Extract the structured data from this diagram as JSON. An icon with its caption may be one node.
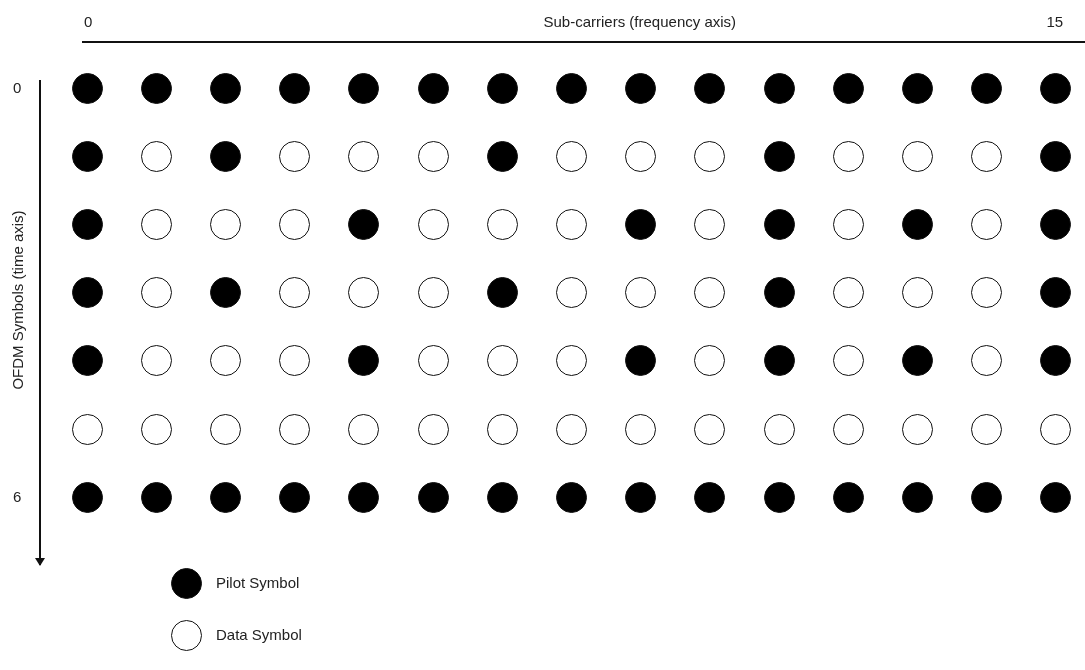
{
  "diagram": {
    "nodes": [
      {
        "text": [],
        "shape": "dot"
      },
      {
        "text": [],
        "shape": "dot"
      },
      {
        "text": [],
        "shape": "dot"
      },
      {
        "text": [],
        "shape": "dot"
      },
      {
        "text": [],
        "shape": "dot"
      },
      {
        "text": [],
        "shape": "dot"
      },
      {
        "text": [],
        "shape": "dot"
      },
      {
        "text": [],
        "shape": "dot"
      },
      {
        "text": [],
        "shape": "dot"
      },
      {
        "text": [],
        "shape": "dot"
      },
      {
        "text": [],
        "shape": "dot"
      },
      {
        "text": [],
        "shape": "dot"
      },
      {
        "text": [],
        "shape": "dot"
      },
      {
        "text": [],
        "shape": "dot"
      },
      {
        "text": [],
        "shape": "dot"
      },
      {
        "text": [],
        "shape": "dot"
      },
      {
        "text": [],
        "shape": "circle"
      },
      {
        "text": [],
        "shape": "dot"
      },
      {
        "text": [],
        "shape": "circle"
      },
      {
        "text": [],
        "shape": "circle"
      },
      {
        "text": [],
        "shape": "circle"
      },
      {
        "text": [],
        "shape": "dot"
      },
      {
        "text": [],
        "shape": "circle"
      },
      {
        "text": [],
        "shape": "circle"
      },
      {
        "text": [],
        "shape": "circle"
      },
      {
        "text": [],
        "shape": "dot"
      },
      {
        "text": [],
        "shape": "circle"
      },
      {
        "text": [],
        "shape": "circle"
      },
      {
        "text": [],
        "shape": "circle"
      },
      {
        "text": [],
        "shape": "dot"
      },
      {
        "text": [],
        "shape": "dot"
      },
      {
        "text": [],
        "shape": "circle"
      },
      {
        "text": [],
        "shape": "circle"
      },
      {
        "text": [],
        "shape": "circle"
      },
      {
        "text": [],
        "shape": "dot"
      },
      {
        "text": [],
        "shape": "circle"
      },
      {
        "text": [],
        "shape": "circle"
      },
      {
        "text": [],
        "shape": "circle"
      },
      {
        "text": [],
        "shape": "dot"
      },
      {
        "text": [],
        "shape": "circle"
      },
      {
        "text": [],
        "shape": "dot"
      },
      {
        "text": [],
        "shape": "circle"
      },
      {
        "text": [],
        "shape": "dot"
      },
      {
        "text": [],
        "shape": "circle"
      },
      {
        "text": [],
        "shape": "dot"
      },
      {
        "text": [],
        "shape": "dot"
      },
      {
        "text": [],
        "shape": "circle"
      },
      {
        "text": [],
        "shape": "dot"
      },
      {
        "text": [],
        "shape": "circle"
      },
      {
        "text": [],
        "shape": "circle"
      },
      {
        "text": [],
        "shape": "circle"
      },
      {
        "text": [],
        "shape": "dot"
      },
      {
        "text": [],
        "shape": "circle"
      },
      {
        "text": [],
        "shape": "circle"
      },
      {
        "text": [],
        "shape": "circle"
      },
      {
        "text": [],
        "shape": "dot"
      },
      {
        "text": [],
        "shape": "circle"
      },
      {
        "text": [],
        "shape": "circle"
      },
      {
        "text": [],
        "shape": "circle"
      },
      {
        "text": [],
        "shape": "dot"
      },
      {
        "text": [],
        "shape": "dot"
      },
      {
        "text": [],
        "shape": "circle"
      },
      {
        "text": [],
        "shape": "circle"
      },
      {
        "text": [],
        "shape": "circle"
      },
      {
        "text": [],
        "shape": "dot"
      },
      {
        "text": [],
        "shape": "circle"
      },
      {
        "text": [],
        "shape": "circle"
      },
      {
        "text": [],
        "shape": "circle"
      },
      {
        "text": [],
        "shape": "dot"
      },
      {
        "text": [],
        "shape": "circle"
      },
      {
        "text": [],
        "shape": "dot"
      },
      {
        "text": [],
        "shape": "circle"
      },
      {
        "text": [],
        "shape": "dot"
      },
      {
        "text": [],
        "shape": "circle"
      },
      {
        "text": [],
        "shape": "dot"
      },
      {
        "text": [],
        "shape": "circle"
      },
      {
        "text": [],
        "shape": "circle"
      },
      {
        "text": [],
        "shape": "circle"
      },
      {
        "text": [],
        "shape": "circle"
      },
      {
        "text": [],
        "shape": "circle"
      },
      {
        "text": [],
        "shape": "circle"
      },
      {
        "text": [],
        "shape": "circle"
      },
      {
        "text": [],
        "shape": "circle"
      },
      {
        "text": [],
        "shape": "circle"
      },
      {
        "text": [],
        "shape": "circle"
      },
      {
        "text": [],
        "shape": "circle"
      },
      {
        "text": [],
        "shape": "circle"
      },
      {
        "text": [],
        "shape": "circle"
      },
      {
        "text": [],
        "shape": "circle"
      },
      {
        "text": [],
        "shape": "circle"
      },
      {
        "text": [],
        "shape": "dot"
      },
      {
        "text": [],
        "shape": "dot"
      },
      {
        "text": [],
        "shape": "dot"
      },
      {
        "text": [],
        "shape": "dot"
      },
      {
        "text": [],
        "shape": "dot"
      },
      {
        "text": [],
        "shape": "dot"
      },
      {
        "text": [],
        "shape": "dot"
      },
      {
        "text": [],
        "shape": "dot"
      },
      {
        "text": [],
        "shape": "dot"
      },
      {
        "text": [],
        "shape": "dot"
      },
      {
        "text": [],
        "shape": "dot"
      },
      {
        "text": [],
        "shape": "dot"
      },
      {
        "text": [],
        "shape": "dot"
      },
      {
        "text": [],
        "shape": "dot"
      },
      {
        "text": [],
        "shape": "dot"
      }
    ],
    "labels": [
      "0",
      "Sub-carriers (frequency axis)",
      "15",
      "0",
      "OFDM Symbols (time axis)",
      "6"
    ],
    "legend": [
      {
        "text": "Pilot Symbol",
        "color": "#000000"
      },
      {
        "text": "Data Symbol",
        "color": "#ffffff"
      }
    ]
  }
}
